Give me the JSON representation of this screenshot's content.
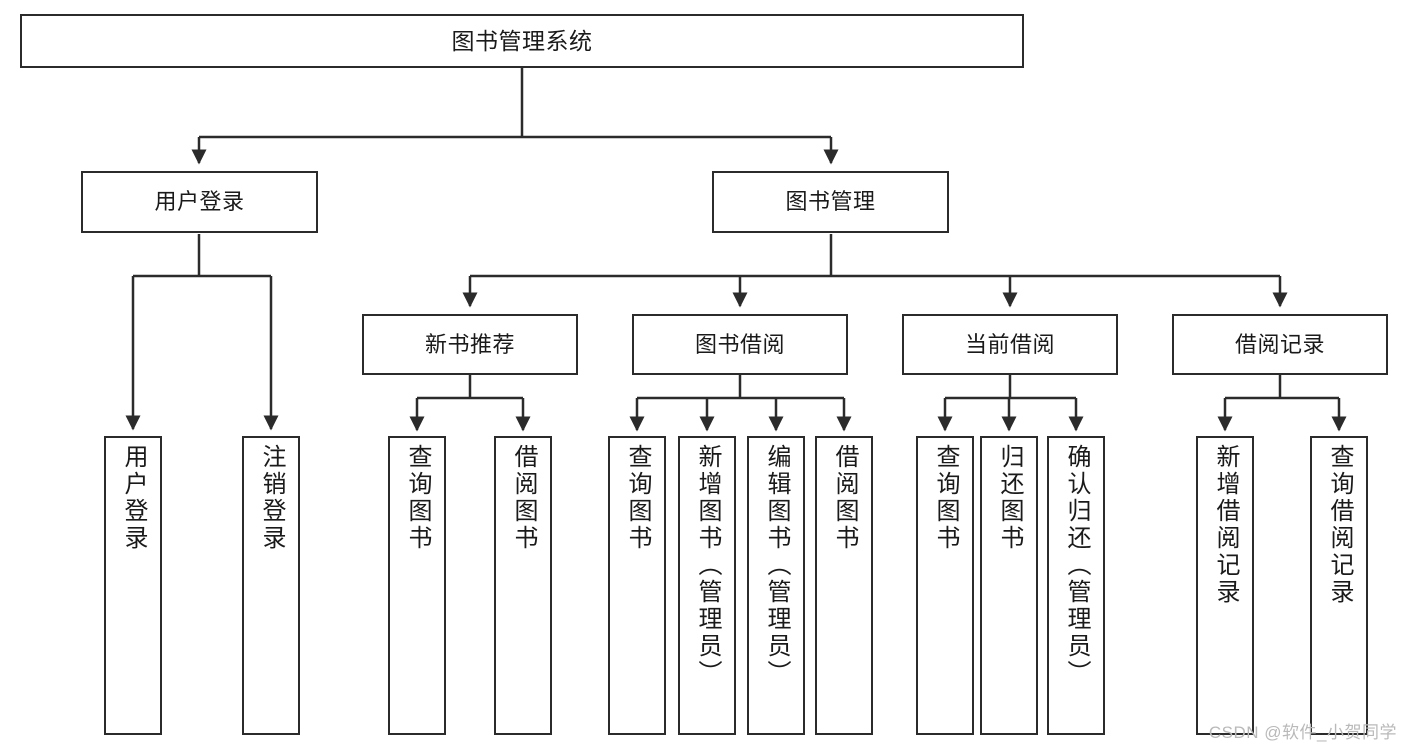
{
  "diagram": {
    "type": "tree",
    "title": "图书管理系统",
    "watermark": "CSDN @软件_小贺同学",
    "colors": {
      "node_border": "#2b2b2b",
      "node_fill": "#ffffff",
      "edge": "#2b2b2b",
      "text": "#1a1a1a",
      "watermark": "#b9b9b9",
      "background": "#ffffff"
    },
    "nodes": {
      "root": {
        "label": "图书管理系统"
      },
      "level2": [
        {
          "label": "用户登录"
        },
        {
          "label": "图书管理"
        }
      ],
      "level3": [
        {
          "label": "新书推荐"
        },
        {
          "label": "图书借阅"
        },
        {
          "label": "当前借阅"
        },
        {
          "label": "借阅记录"
        }
      ],
      "leaves_user_login": [
        {
          "label": "用户登录"
        },
        {
          "label": "注销登录"
        }
      ],
      "leaves_new_book": [
        {
          "label": "查询图书"
        },
        {
          "label": "借阅图书"
        }
      ],
      "leaves_borrow": [
        {
          "label": "查询图书"
        },
        {
          "label": "新增图书（管理员）"
        },
        {
          "label": "编辑图书（管理员）"
        },
        {
          "label": "借阅图书"
        }
      ],
      "leaves_current": [
        {
          "label": "查询图书"
        },
        {
          "label": "归还图书"
        },
        {
          "label": "确认归还（管理员）"
        }
      ],
      "leaves_record": [
        {
          "label": "新增借阅记录"
        },
        {
          "label": "查询借阅记录"
        }
      ]
    }
  }
}
